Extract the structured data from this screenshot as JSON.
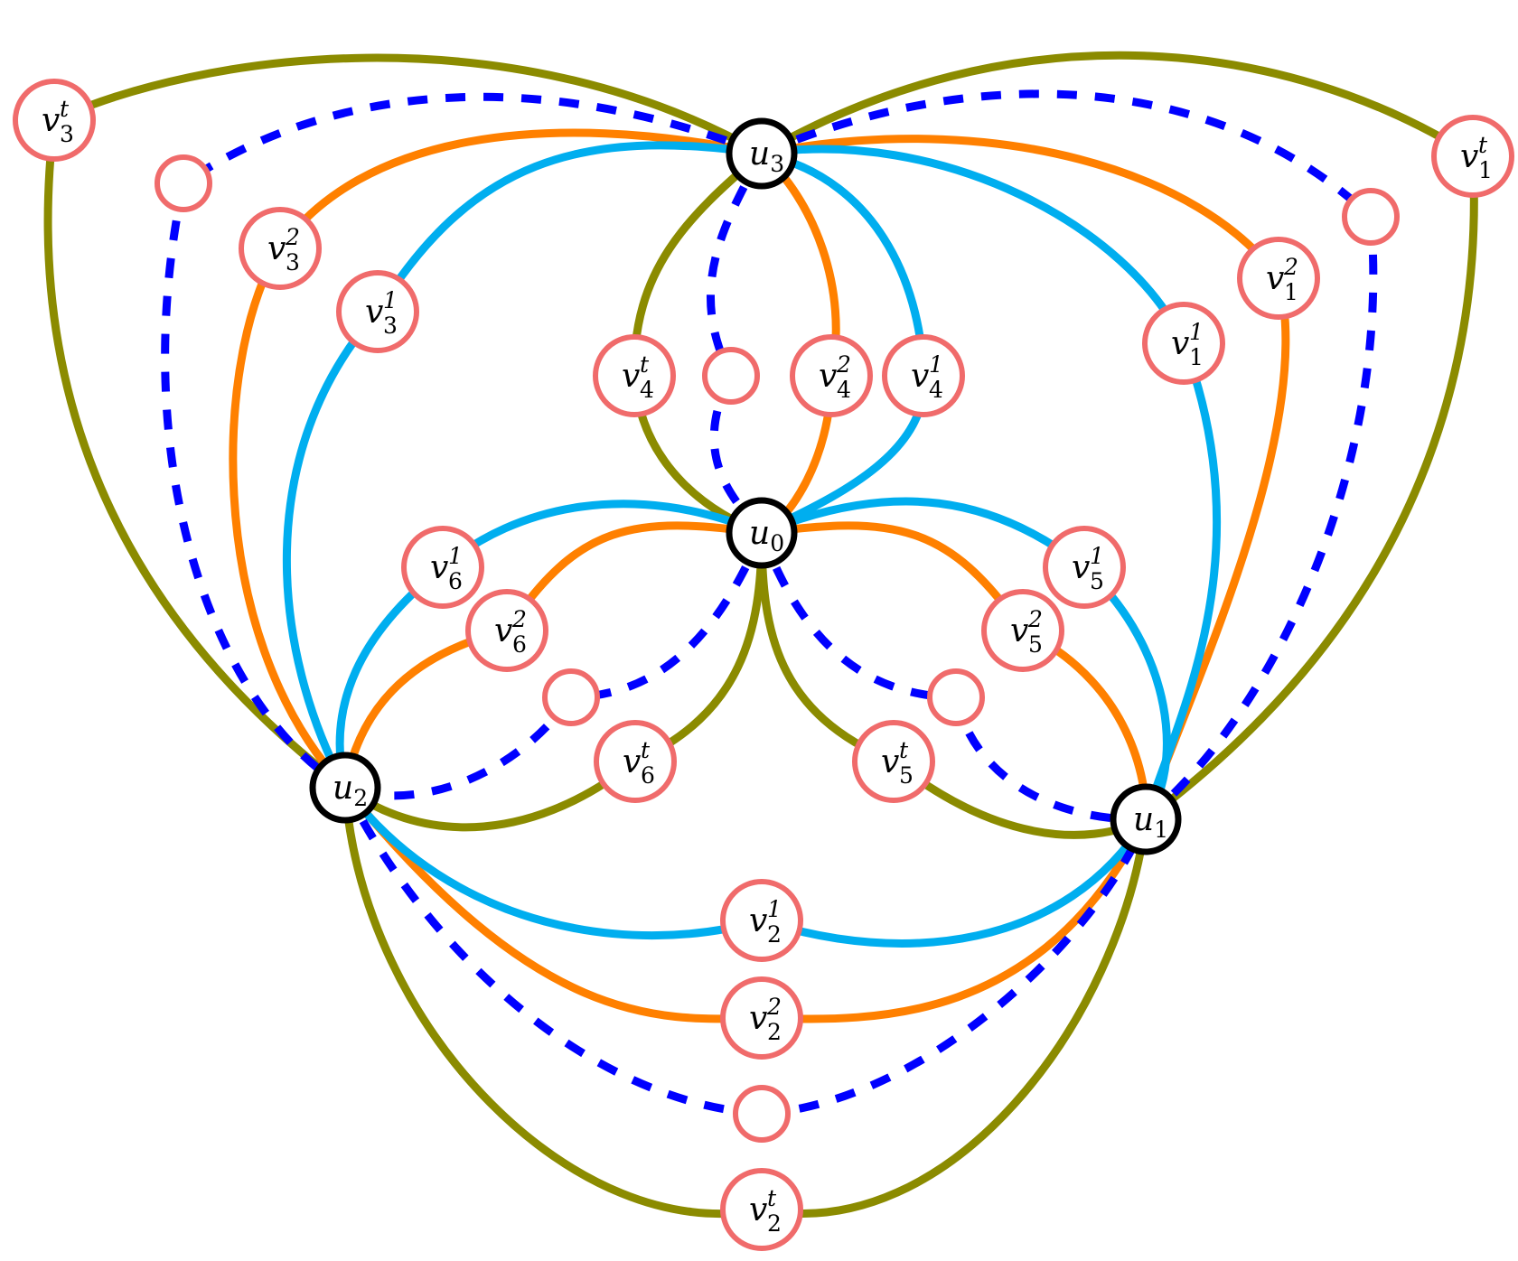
{
  "colors": {
    "olive": "#8b8b00",
    "orange": "#ff8000",
    "cyan": "#00aeef",
    "blue": "#0000ff",
    "hub_stroke": "#000000",
    "leaf_stroke": "#f06b6b",
    "text": "#000000"
  },
  "hubs": [
    {
      "id": "u3",
      "base": "u",
      "sub": "3"
    },
    {
      "id": "u0",
      "base": "u",
      "sub": "0"
    },
    {
      "id": "u2",
      "base": "u",
      "sub": "2"
    },
    {
      "id": "u1",
      "base": "u",
      "sub": "1"
    }
  ],
  "leaves": [
    {
      "id": "v3t",
      "base": "v",
      "sub": "3",
      "sup": "t"
    },
    {
      "id": "v32",
      "base": "v",
      "sub": "3",
      "sup": "2"
    },
    {
      "id": "v31",
      "base": "v",
      "sub": "3",
      "sup": "1"
    },
    {
      "id": "v1t",
      "base": "v",
      "sub": "1",
      "sup": "t"
    },
    {
      "id": "v12",
      "base": "v",
      "sub": "1",
      "sup": "2"
    },
    {
      "id": "v11",
      "base": "v",
      "sub": "1",
      "sup": "1"
    },
    {
      "id": "v4t",
      "base": "v",
      "sub": "4",
      "sup": "t"
    },
    {
      "id": "v42",
      "base": "v",
      "sub": "4",
      "sup": "2"
    },
    {
      "id": "v41",
      "base": "v",
      "sub": "4",
      "sup": "1"
    },
    {
      "id": "v61",
      "base": "v",
      "sub": "6",
      "sup": "1"
    },
    {
      "id": "v62",
      "base": "v",
      "sub": "6",
      "sup": "2"
    },
    {
      "id": "v6t",
      "base": "v",
      "sub": "6",
      "sup": "t"
    },
    {
      "id": "v51",
      "base": "v",
      "sub": "5",
      "sup": "1"
    },
    {
      "id": "v52",
      "base": "v",
      "sub": "5",
      "sup": "2"
    },
    {
      "id": "v5t",
      "base": "v",
      "sub": "5",
      "sup": "t"
    },
    {
      "id": "v21",
      "base": "v",
      "sub": "2",
      "sup": "1"
    },
    {
      "id": "v22",
      "base": "v",
      "sub": "2",
      "sup": "2"
    },
    {
      "id": "v2t",
      "base": "v",
      "sub": "2",
      "sup": "t"
    }
  ],
  "empty_nodes": [
    {
      "id": "e_tl"
    },
    {
      "id": "e_tr"
    },
    {
      "id": "e_mid"
    },
    {
      "id": "e_ll"
    },
    {
      "id": "e_lr"
    },
    {
      "id": "e_bot"
    }
  ],
  "edges": [
    {
      "from": "u3",
      "to": "v3t",
      "color": "olive"
    },
    {
      "from": "v3t",
      "to": "u2",
      "color": "olive"
    },
    {
      "from": "u3",
      "to": "v1t",
      "color": "olive"
    },
    {
      "from": "v1t",
      "to": "u1",
      "color": "olive"
    },
    {
      "from": "u3",
      "to": "v4t",
      "color": "olive"
    },
    {
      "from": "v4t",
      "to": "u0",
      "color": "olive"
    },
    {
      "from": "u0",
      "to": "v6t",
      "color": "olive"
    },
    {
      "from": "v6t",
      "to": "u2",
      "color": "olive"
    },
    {
      "from": "u0",
      "to": "v5t",
      "color": "olive"
    },
    {
      "from": "v5t",
      "to": "u1",
      "color": "olive"
    },
    {
      "from": "u2",
      "to": "v2t",
      "color": "olive"
    },
    {
      "from": "v2t",
      "to": "u1",
      "color": "olive"
    },
    {
      "from": "u3",
      "to": "v32",
      "color": "orange"
    },
    {
      "from": "v32",
      "to": "u2",
      "color": "orange"
    },
    {
      "from": "u3",
      "to": "v12",
      "color": "orange"
    },
    {
      "from": "v12",
      "to": "u1",
      "color": "orange"
    },
    {
      "from": "u3",
      "to": "v42",
      "color": "orange"
    },
    {
      "from": "v42",
      "to": "u0",
      "color": "orange"
    },
    {
      "from": "u0",
      "to": "v62",
      "color": "orange"
    },
    {
      "from": "v62",
      "to": "u2",
      "color": "orange"
    },
    {
      "from": "u0",
      "to": "v52",
      "color": "orange"
    },
    {
      "from": "v52",
      "to": "u1",
      "color": "orange"
    },
    {
      "from": "u2",
      "to": "v22",
      "color": "orange"
    },
    {
      "from": "v22",
      "to": "u1",
      "color": "orange"
    },
    {
      "from": "u3",
      "to": "v31",
      "color": "cyan"
    },
    {
      "from": "v31",
      "to": "u2",
      "color": "cyan"
    },
    {
      "from": "u3",
      "to": "v11",
      "color": "cyan"
    },
    {
      "from": "v11",
      "to": "u1",
      "color": "cyan"
    },
    {
      "from": "u3",
      "to": "v41",
      "color": "cyan"
    },
    {
      "from": "v41",
      "to": "u0",
      "color": "cyan"
    },
    {
      "from": "u0",
      "to": "v61",
      "color": "cyan"
    },
    {
      "from": "v61",
      "to": "u2",
      "color": "cyan"
    },
    {
      "from": "u0",
      "to": "v51",
      "color": "cyan"
    },
    {
      "from": "v51",
      "to": "u1",
      "color": "cyan"
    },
    {
      "from": "u2",
      "to": "v21",
      "color": "cyan"
    },
    {
      "from": "v21",
      "to": "u1",
      "color": "cyan"
    },
    {
      "from": "u3",
      "to": "e_tl",
      "color": "blue",
      "dashed": true
    },
    {
      "from": "e_tl",
      "to": "u2",
      "color": "blue",
      "dashed": true
    },
    {
      "from": "u3",
      "to": "e_tr",
      "color": "blue",
      "dashed": true
    },
    {
      "from": "e_tr",
      "to": "u1",
      "color": "blue",
      "dashed": true
    },
    {
      "from": "u3",
      "to": "e_mid",
      "color": "blue",
      "dashed": true
    },
    {
      "from": "e_mid",
      "to": "u0",
      "color": "blue",
      "dashed": true
    },
    {
      "from": "u0",
      "to": "e_ll",
      "color": "blue",
      "dashed": true
    },
    {
      "from": "e_ll",
      "to": "u2",
      "color": "blue",
      "dashed": true
    },
    {
      "from": "u0",
      "to": "e_lr",
      "color": "blue",
      "dashed": true
    },
    {
      "from": "e_lr",
      "to": "u1",
      "color": "blue",
      "dashed": true
    },
    {
      "from": "u2",
      "to": "e_bot",
      "color": "blue",
      "dashed": true
    },
    {
      "from": "e_bot",
      "to": "u1",
      "color": "blue",
      "dashed": true
    }
  ]
}
